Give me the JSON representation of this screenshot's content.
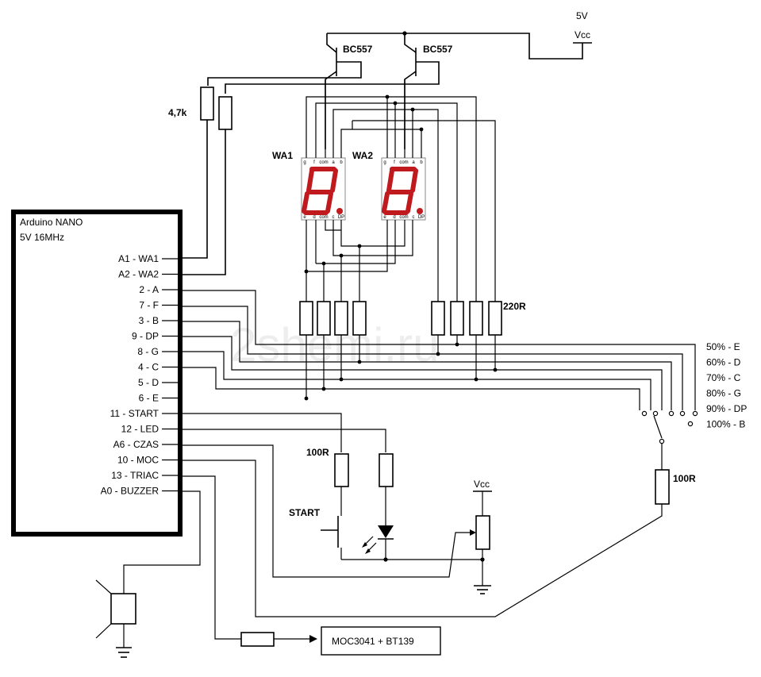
{
  "watermark": "2shemi.ru",
  "supply": {
    "voltage": "5V",
    "vcc": "Vcc"
  },
  "arduino": {
    "name": "Arduino NANO",
    "spec": "5V 16MHz",
    "pins": [
      "A1 - WA1",
      "A2 - WA2",
      "2  - A",
      "7  - F",
      "3  - B",
      "9  - DP",
      "8  - G",
      "4  - C",
      "5  - D",
      "6  - E",
      "11 - START",
      "12 - LED",
      "A6 - CZAS",
      "10 - MOC",
      "13 - TRIAC",
      "A0 - BUZZER"
    ]
  },
  "transistors": {
    "t1": "BC557",
    "t2": "BC557"
  },
  "resistors": {
    "base": "4,7k",
    "segment": "220R",
    "start": "100R",
    "switch": "100R"
  },
  "displays": {
    "wa1": "WA1",
    "wa2": "WA2",
    "top_pins": [
      "g",
      "f",
      "com",
      "a",
      "b"
    ],
    "bottom_pins": [
      "e",
      "d",
      "com",
      "c",
      "DP"
    ],
    "segment_color": "#c0191e"
  },
  "switch_positions": [
    "50% - E",
    "60% - D",
    "70% - C",
    "80% - G",
    "90% - DP",
    "100% - B"
  ],
  "start_button": "START",
  "vcc_pot": "Vcc",
  "output_box": "MOC3041 + BT139"
}
